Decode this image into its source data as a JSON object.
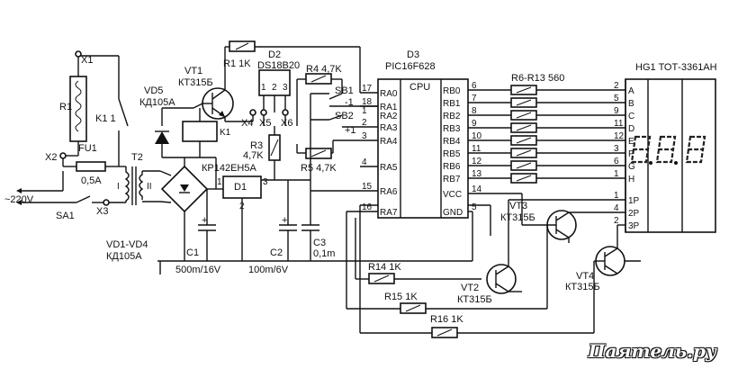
{
  "labels": {
    "x1": "X1",
    "x2": "X2",
    "x3": "X3",
    "x4": "X4",
    "x5": "X5",
    "x6": "X6",
    "r1_heater": "R1",
    "k1_contact": "K1 1",
    "fu1": "FU1",
    "fu1_val": "0,5A",
    "mains": "~220V",
    "sa1": "SA1",
    "t2": "T2",
    "t2_w1": "I",
    "t2_w2": "II",
    "vd1vd4": "VD1-VD4",
    "vd1vd4_part": "КД105А",
    "vd5": "VD5",
    "vd5_part": "КД105А",
    "k1_coil": "K1",
    "vt1": "VT1",
    "vt1_part": "КТ315Б",
    "r1_top": "R1 1K",
    "d2": "D2",
    "d2_part": "DS18B20",
    "d2_pins": [
      "1",
      "2",
      "3"
    ],
    "r4": "R4 4,7K",
    "sb1": "SB1",
    "sb2": "SB2",
    "r3": "R3",
    "r3_val": "4,7K",
    "r5": "R5 4,7K",
    "d1_part": "КР142ЕН5А",
    "d1": "D1",
    "d1_pin1": "1",
    "d1_pin2": "2",
    "d1_pin3": "3",
    "c1": "C1",
    "c1_val": "500m/16V",
    "c2": "C2",
    "c2_val": "100m/6V",
    "c3": "C3",
    "c3_val": "0,1m",
    "d3": "D3",
    "d3_part": "PIC16F628",
    "cpu": "CPU",
    "left_pins": [
      "RA0",
      "RA1",
      "RA2",
      "RA3",
      "RA4",
      "RA5",
      "RA6",
      "RA7"
    ],
    "left_nums": [
      "17",
      "18",
      "1",
      "2",
      "3",
      "4",
      "15",
      "16"
    ],
    "right_pins": [
      "RB0",
      "RB1",
      "RB2",
      "RB3",
      "RB4",
      "RB5",
      "RB6",
      "RB7",
      "VCC",
      "GND"
    ],
    "right_nums": [
      "6",
      "7",
      "8",
      "9",
      "10",
      "11",
      "12",
      "13",
      "14",
      "5"
    ],
    "r6r13": "R6-R13 560",
    "seg_nums": [
      "2",
      "5",
      "9",
      "11",
      "12",
      "3",
      "6",
      "1",
      "1",
      "4",
      "2"
    ],
    "seg_letters": [
      "A",
      "B",
      "C",
      "D",
      "E",
      "F",
      "G",
      "H",
      "1P",
      "2P",
      "3P"
    ],
    "hg1": "HG1 ТОТ-3361АН",
    "vt2": "VT2",
    "vt2_part": "КТ315Б",
    "vt3": "VT3",
    "vt3_part": "КТ315Б",
    "vt4": "VT4",
    "vt4_part": "КТ315Б",
    "r14": "R14 1K",
    "r15": "R15 1K",
    "r16": "R16 1K",
    "sb1_minus": "-1",
    "sb2_plus": "+1",
    "cap_plus": "+",
    "watermark": "Паятель.ру"
  }
}
